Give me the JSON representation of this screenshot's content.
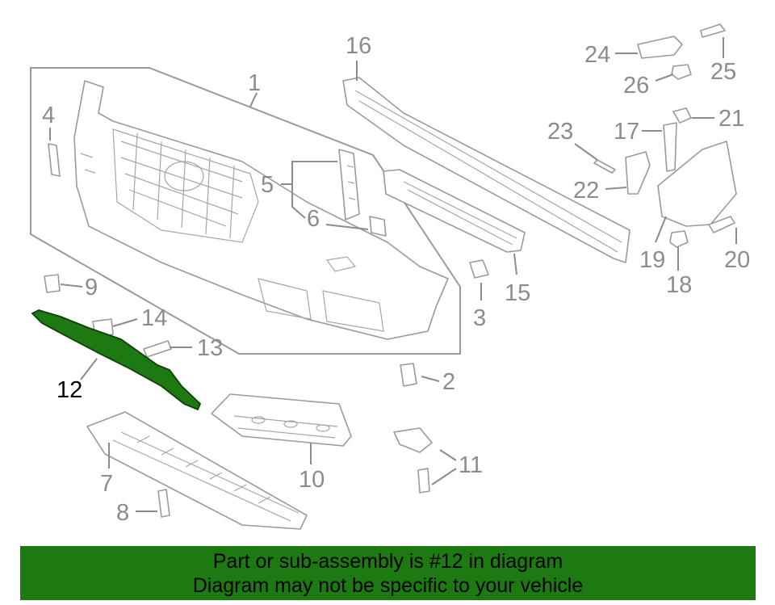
{
  "callouts": {
    "c1": "1",
    "c2": "2",
    "c3": "3",
    "c4": "4",
    "c5": "5",
    "c6": "6",
    "c7": "7",
    "c8": "8",
    "c9": "9",
    "c10": "10",
    "c11": "11",
    "c12": "12",
    "c13": "13",
    "c14": "14",
    "c15": "15",
    "c16": "16",
    "c17": "17",
    "c18": "18",
    "c19": "19",
    "c20": "20",
    "c21": "21",
    "c22": "22",
    "c23": "23",
    "c24": "24",
    "c25": "25",
    "c26": "26"
  },
  "highlight": {
    "part_number": "12",
    "color": "#1d7a12"
  },
  "colors": {
    "line_art": "#8c8c8c",
    "banner_bg": "#1d7a12"
  },
  "banner": {
    "line1": "Part or sub-assembly is #12 in diagram",
    "line2": "Diagram may not be specific to your vehicle"
  }
}
